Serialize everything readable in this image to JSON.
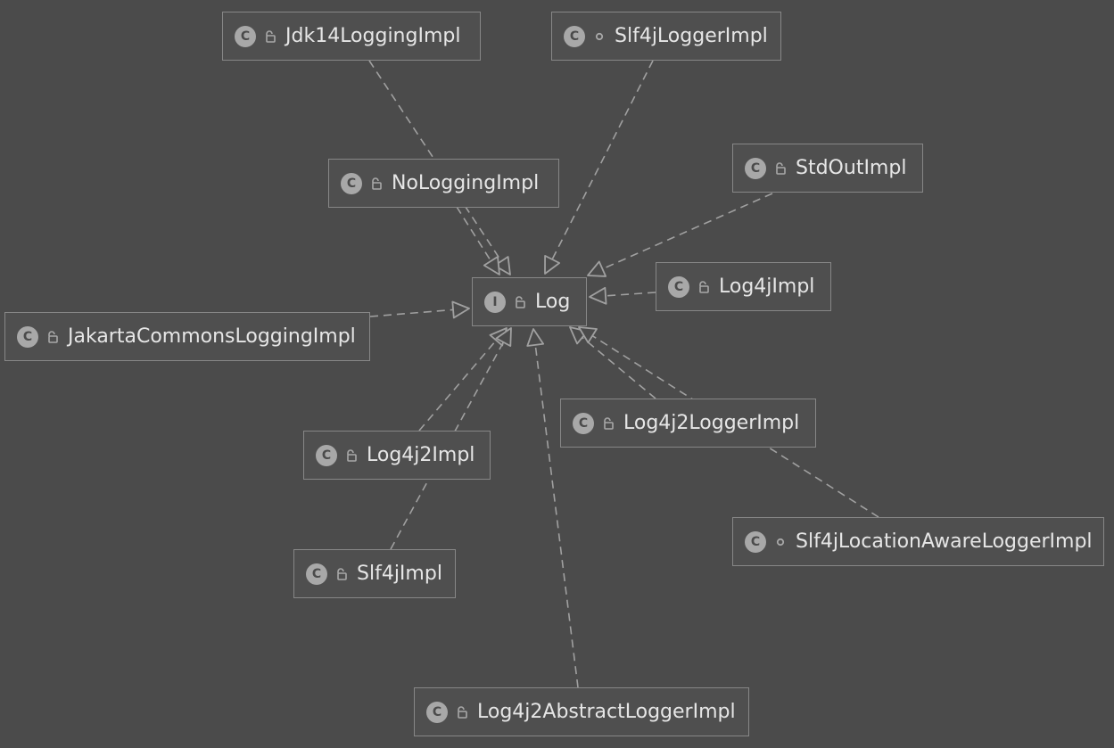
{
  "diagram": {
    "target": {
      "id": "log",
      "name": "Log",
      "kind": "I",
      "visibility": "public",
      "kind_icon": "interface-icon",
      "visibility_icon": "public-lock-icon"
    },
    "implementations": [
      {
        "id": "jdk14",
        "name": "Jdk14LoggingImpl",
        "kind": "C",
        "visibility": "public",
        "kind_icon": "class-icon",
        "visibility_icon": "public-lock-icon"
      },
      {
        "id": "slf4jlogger",
        "name": "Slf4jLoggerImpl",
        "kind": "C",
        "visibility": "package-private",
        "kind_icon": "class-icon",
        "visibility_icon": "package-private-dot-icon"
      },
      {
        "id": "nologging",
        "name": "NoLoggingImpl",
        "kind": "C",
        "visibility": "public",
        "kind_icon": "class-icon",
        "visibility_icon": "public-lock-icon"
      },
      {
        "id": "stdout",
        "name": "StdOutImpl",
        "kind": "C",
        "visibility": "public",
        "kind_icon": "class-icon",
        "visibility_icon": "public-lock-icon"
      },
      {
        "id": "log4j",
        "name": "Log4jImpl",
        "kind": "C",
        "visibility": "public",
        "kind_icon": "class-icon",
        "visibility_icon": "public-lock-icon"
      },
      {
        "id": "jakarta",
        "name": "JakartaCommonsLoggingImpl",
        "kind": "C",
        "visibility": "public",
        "kind_icon": "class-icon",
        "visibility_icon": "public-lock-icon"
      },
      {
        "id": "log4j2logger",
        "name": "Log4j2LoggerImpl",
        "kind": "C",
        "visibility": "public",
        "kind_icon": "class-icon",
        "visibility_icon": "public-lock-icon"
      },
      {
        "id": "log4j2",
        "name": "Log4j2Impl",
        "kind": "C",
        "visibility": "public",
        "kind_icon": "class-icon",
        "visibility_icon": "public-lock-icon"
      },
      {
        "id": "slf4jlocation",
        "name": "Slf4jLocationAwareLoggerImpl",
        "kind": "C",
        "visibility": "package-private",
        "kind_icon": "class-icon",
        "visibility_icon": "package-private-dot-icon"
      },
      {
        "id": "slf4j",
        "name": "Slf4jImpl",
        "kind": "C",
        "visibility": "public",
        "kind_icon": "class-icon",
        "visibility_icon": "public-lock-icon"
      },
      {
        "id": "log4j2abstract",
        "name": "Log4j2AbstractLoggerImpl",
        "kind": "C",
        "visibility": "public",
        "kind_icon": "class-icon",
        "visibility_icon": "public-lock-icon"
      }
    ],
    "relation": {
      "type": "implements",
      "line_style": "dashed",
      "arrowhead": "hollow-triangle"
    },
    "colors": {
      "background": "#4b4b4b",
      "node_fill": "#4f4f4f",
      "node_border": "#878787",
      "text": "#e6e6e6",
      "edge": "#a0a0a0",
      "icon": "#a8a8a8"
    }
  }
}
